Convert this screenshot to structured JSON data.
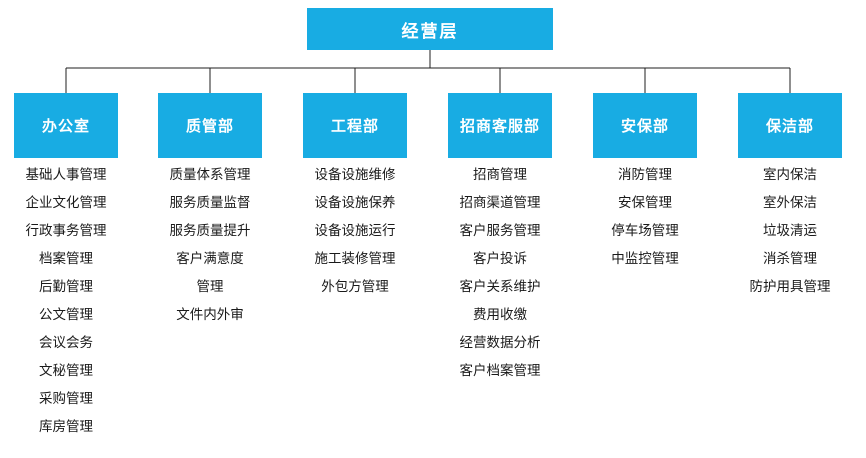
{
  "root": {
    "label": "经营层"
  },
  "departments": [
    {
      "name": "办公室",
      "items": [
        "基础人事管理",
        "企业文化管理",
        "行政事务管理",
        "档案管理",
        "后勤管理",
        "公文管理",
        "会议会务",
        "文秘管理",
        "采购管理",
        "库房管理"
      ]
    },
    {
      "name": "质管部",
      "items": [
        "质量体系管理",
        "服务质量监督",
        "服务质量提升",
        "客户满意度",
        "管理",
        "文件内外审"
      ]
    },
    {
      "name": "工程部",
      "items": [
        "设备设施维修",
        "设备设施保养",
        "设备设施运行",
        "施工装修管理",
        "外包方管理"
      ]
    },
    {
      "name": "招商客服部",
      "items": [
        "招商管理",
        "招商渠道管理",
        "客户服务管理",
        "客户投诉",
        "客户关系维护",
        "费用收缴",
        "经营数据分析",
        "客户档案管理"
      ]
    },
    {
      "name": "安保部",
      "items": [
        "消防管理",
        "安保管理",
        "停车场管理",
        "中监控管理"
      ]
    },
    {
      "name": "保洁部",
      "items": [
        "室内保洁",
        "室外保洁",
        "垃圾清运",
        "消杀管理",
        "防护用具管理"
      ]
    }
  ],
  "colors": {
    "node_fill": "#18ACE3",
    "node_text": "#FFFFFF",
    "item_text": "#1A1A1A",
    "connector": "#1F1F1F",
    "background": "#FFFFFF"
  }
}
